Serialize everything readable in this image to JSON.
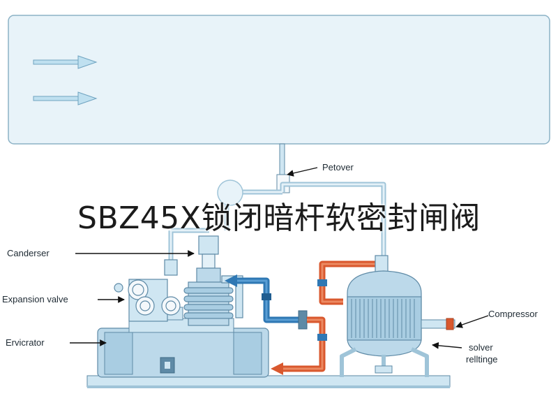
{
  "title": "SBZ45X锁闭暗杆软密封闸阀",
  "labels": {
    "petover": "Petover",
    "condenser": "Canderser",
    "expansion_valve": "Expansion valve",
    "evaporator": "Ervicrator",
    "compressor": "Compressor",
    "solver_line1": "solver",
    "solver_line2": "relltinge"
  },
  "colors": {
    "panel_fill": "#e8f3f9",
    "panel_border": "#8cb2c6",
    "pipe_light": "#cfe6f2",
    "pipe_blue": "#2f78b4",
    "pipe_red": "#d9582e",
    "equipment": "#bcd9ea",
    "outline": "#5e8aa6"
  }
}
